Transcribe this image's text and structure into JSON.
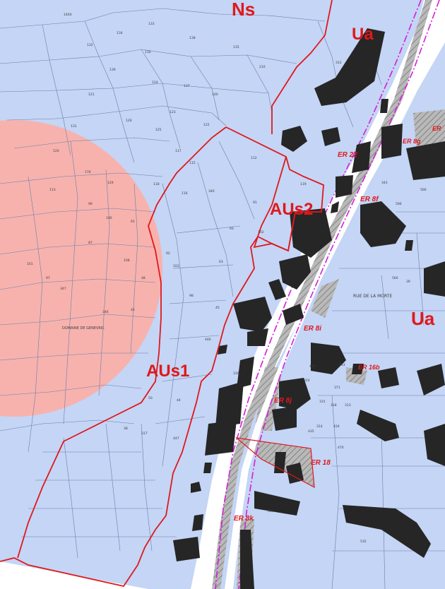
{
  "map": {
    "colors": {
      "zone_fill": "#c4d5f5",
      "protection_circle": "#f7b2ae",
      "zone_boundary": "#e0181c",
      "buildings": "#262626",
      "road": "#ffffff",
      "road_hatch": "#8d8d8d",
      "right_of_way_line": "#d21ed8",
      "parcel_lines": "#6c7fa6"
    },
    "zones": [
      {
        "code": "Ns"
      },
      {
        "code": "Ua"
      },
      {
        "code": "AUs2"
      },
      {
        "code": "AUs1"
      },
      {
        "code": "Ua"
      }
    ],
    "reserved_areas": [
      "ER 22",
      "ER 8f",
      "ER 8i",
      "ER 8j",
      "ER 18",
      "ER 8k",
      "ER 16b",
      "ER 8g",
      "ER"
    ],
    "place_names": [
      "RUE DE LA MORTE",
      "DOMAINE DE GENEVRIC"
    ],
    "parcel_numbers": [
      "1404",
      "134",
      "133",
      "138",
      "132",
      "130",
      "139",
      "135",
      "210",
      "312",
      "124",
      "137",
      "140",
      "121",
      "123",
      "122",
      "126",
      "125",
      "131",
      "120",
      "176",
      "129",
      "117",
      "115",
      "112",
      "118",
      "116",
      "119",
      "340",
      "91",
      "113",
      "99",
      "93",
      "100",
      "102",
      "92",
      "65",
      "87",
      "108",
      "101",
      "103",
      "63",
      "97",
      "48",
      "98",
      "346",
      "347",
      "42",
      "45",
      "44",
      "39",
      "50",
      "38",
      "317",
      "446",
      "447",
      "316",
      "315",
      "318",
      "314",
      "313",
      "434",
      "435",
      "371",
      "324",
      "470",
      "516",
      "535",
      "343",
      "560",
      "596",
      "566",
      "433",
      "432"
    ]
  }
}
